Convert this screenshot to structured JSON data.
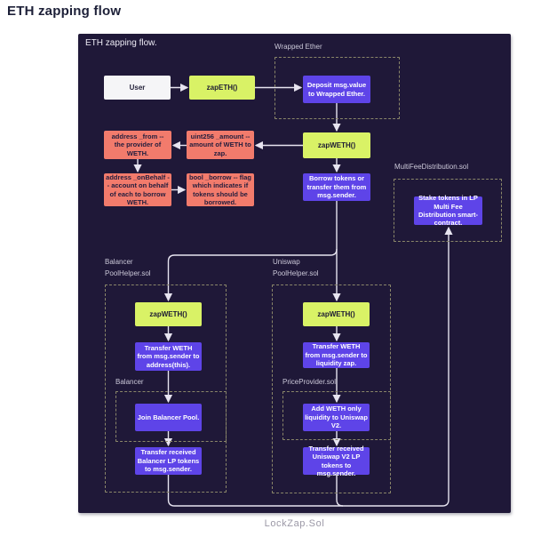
{
  "page": {
    "title": "ETH zapping flow",
    "footer": "LockZap.Sol"
  },
  "panel": {
    "title": "ETH zapping flow."
  },
  "groups": {
    "wrapped_ether": "Wrapped Ether",
    "multifee": "MultiFeeDistribution.sol",
    "balancer_helper_line1": "Balancer",
    "balancer_helper_line2": "PoolHelper.sol",
    "balancer_inner": "Balancer",
    "uniswap_helper_line1": "Uniswap",
    "uniswap_helper_line2": "PoolHelper.sol",
    "price_provider": "PriceProvider.sol"
  },
  "nodes": {
    "user": "User",
    "zapeth": "zapETH()",
    "deposit": "Deposit msg.value to Wrapped Ether.",
    "zapweth_main": "zapWETH()",
    "amount": "uint256 _amount -- amount of WETH to zap.",
    "from": "address _from -- the provider of WETH.",
    "onbehalf": "address _onBehalf -- account on behalf of each to borrow WETH.",
    "borrow_flag": "bool _borrow -- flag which indicates if tokens should be borrowed.",
    "borrow_tokens": "Borrow tokens or transfer them from msg.sender.",
    "stake": "Stake tokens in LP Multi Fee Distribution smart-contract.",
    "balancer_zapweth": "zapWETH()",
    "balancer_transfer_in": "Transfer WETH from msg.sender to address(this).",
    "join_pool": "Join Balancer Pool.",
    "balancer_transfer_out": "Transfer received Balancer LP tokens to msg.sender.",
    "uniswap_zapweth": "zapWETH()",
    "uniswap_transfer_in": "Transfer WETH from msg.sender to liquidity zap.",
    "add_liquidity": "Add WETH only liquidity to Uniswap V2.",
    "uniswap_transfer_out": "Transfer received Uniswap V2 LP tokens to msg.sender."
  },
  "colors": {
    "panel_bg": "#1f1838",
    "accent_purple": "#5e44e8",
    "accent_yellow": "#d9f266",
    "accent_salmon": "#f27b6c",
    "wire": "#e7e4f0",
    "dashed_border": "#8a8669"
  }
}
